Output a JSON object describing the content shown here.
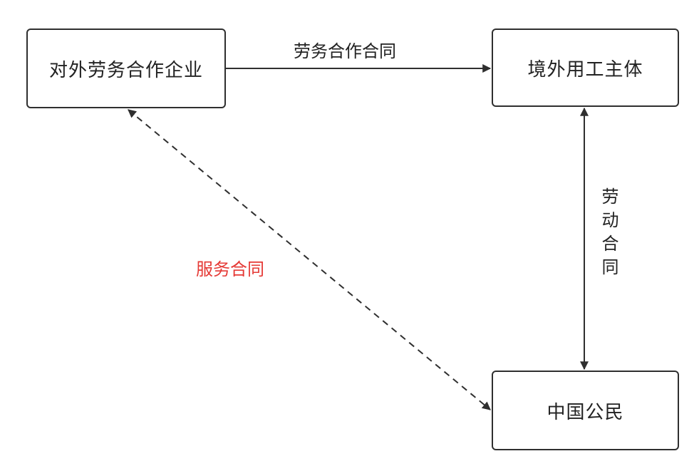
{
  "nodes": {
    "foreign_labor_company": "对外劳务合作企业",
    "overseas_employer": "境外用工主体",
    "chinese_citizen": "中国公民"
  },
  "edges": {
    "labor_cooperation_contract": "劳务合作合同",
    "service_contract": "服务合同",
    "labor_contract": "劳动合同"
  },
  "colors": {
    "service_contract_label": "#e53935",
    "line": "#2f2f2f"
  }
}
